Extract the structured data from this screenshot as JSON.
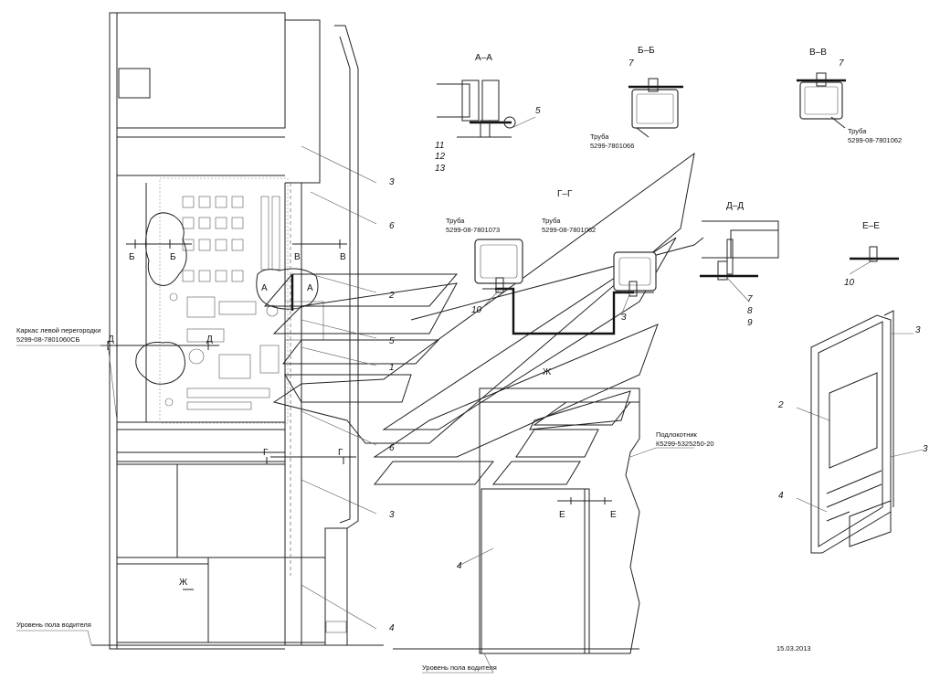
{
  "sections": {
    "aa": "А–А",
    "bb": "Б–Б",
    "vv": "В–В",
    "gg": "Г–Г",
    "dd": "Д–Д",
    "ee": "Е–Е"
  },
  "cut_marks": {
    "a": "А",
    "b": "Б",
    "v": "В",
    "g": "Г",
    "d": "Д",
    "e": "Е",
    "zh": "Ж"
  },
  "labels": {
    "frame_title": "Каркас левой перегородки",
    "frame_code": "5299-08-7801060СБ",
    "floor_level": "Уровень пола водителя",
    "podlokotnik_title": "Подлокотник",
    "podlokotnik_code": "К5299-5325250-20",
    "truba": "Труба",
    "truba_bb_code": "5299-7801066",
    "truba_vv_code": "5299-08-7801062",
    "truba_gg1_code": "5299-08-7801073",
    "truba_gg2_code": "5299-08-7801062",
    "date": "15.03.2013"
  },
  "callouts": {
    "n1": "1",
    "n2": "2",
    "n3": "3",
    "n4": "4",
    "n5": "5",
    "n6": "6",
    "n7": "7",
    "n8": "8",
    "n9": "9",
    "n10": "10",
    "n11": "11",
    "n12": "12",
    "n13": "13"
  }
}
